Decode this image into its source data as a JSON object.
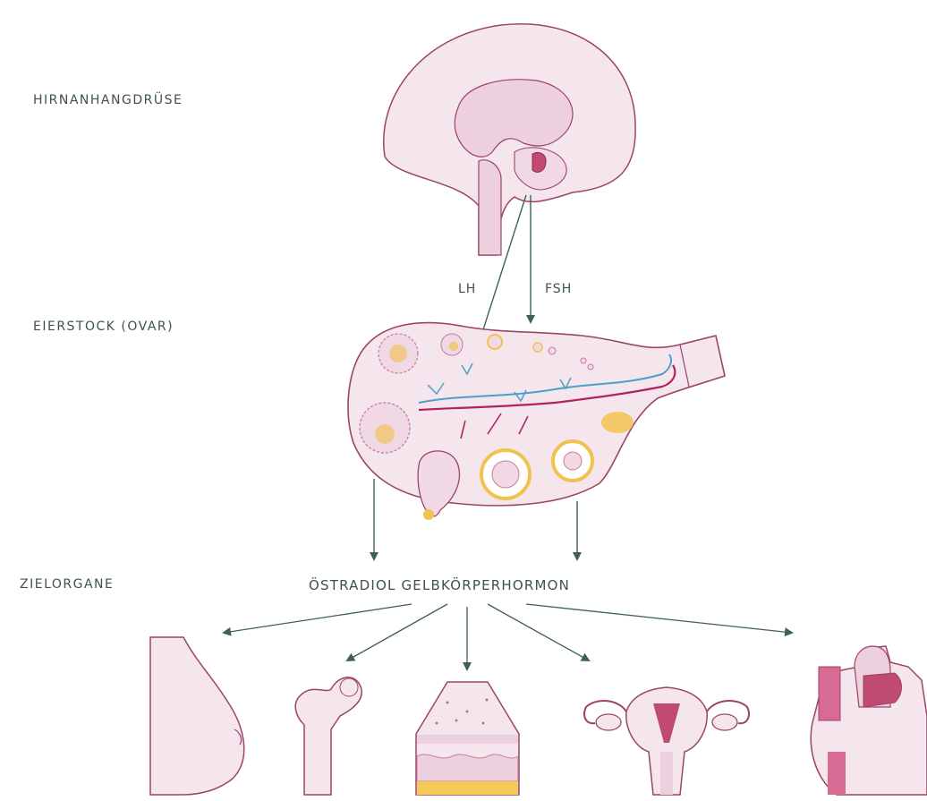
{
  "labels": {
    "pituitary": "HIRNANHANGDRÜSE",
    "ovary": "EIERSTOCK (OVAR)",
    "targets": "ZIELORGANE",
    "lh": "LH",
    "fsh": "FSH",
    "hormones": "ÖSTRADIOL GELBKÖRPERHORMON"
  },
  "colors": {
    "organ_fill": "#f5e6ee",
    "organ_stroke": "#9c4467",
    "arrow": "#3f6155",
    "pituitary": "#c14a72",
    "follicle_yellow": "#f2c24f",
    "vein_blue": "#4aa0c8",
    "artery_red": "#b1235a",
    "skin_yellow": "#f5c955"
  },
  "organs": [
    "breast-icon",
    "bone-icon",
    "skin-icon",
    "uterus-icon",
    "heart-icon"
  ]
}
